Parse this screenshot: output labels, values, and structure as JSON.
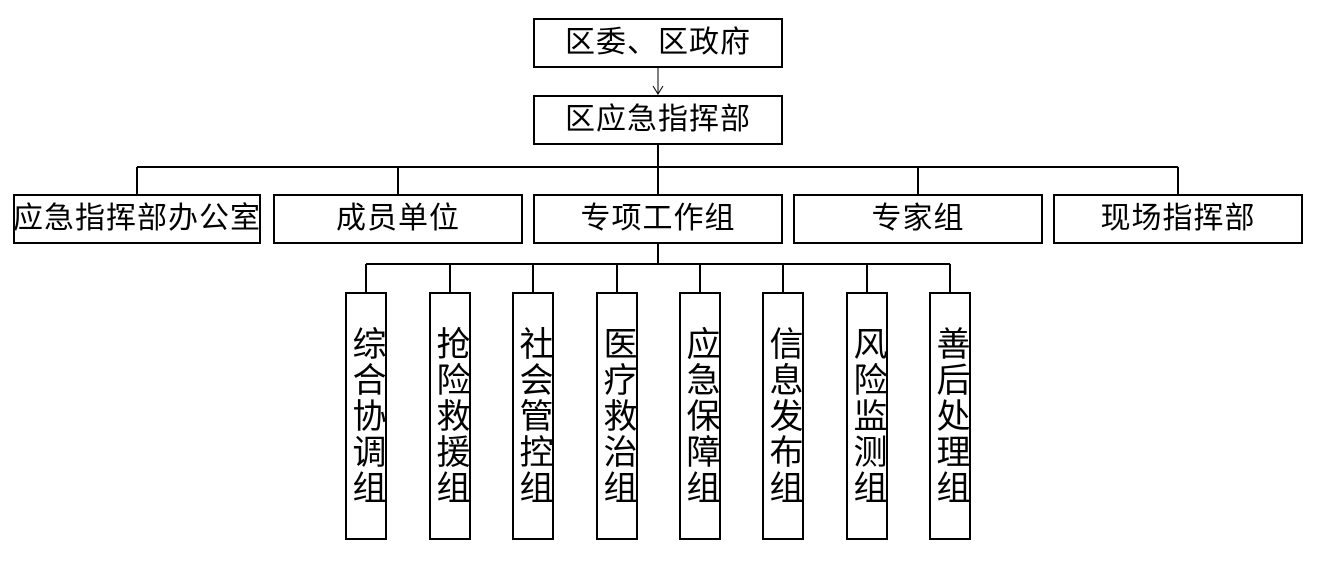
{
  "root": "区委、区政府",
  "hq": "区应急指挥部",
  "level1": [
    "应急指挥部办公室",
    "成员单位",
    "专项工作组",
    "专家组",
    "现场指挥部"
  ],
  "groups": [
    "综合协调组",
    "抢险救援组",
    "社会管控组",
    "医疗救治组",
    "应急保障组",
    "信息发布组",
    "风险监测组",
    "善后处理组"
  ]
}
